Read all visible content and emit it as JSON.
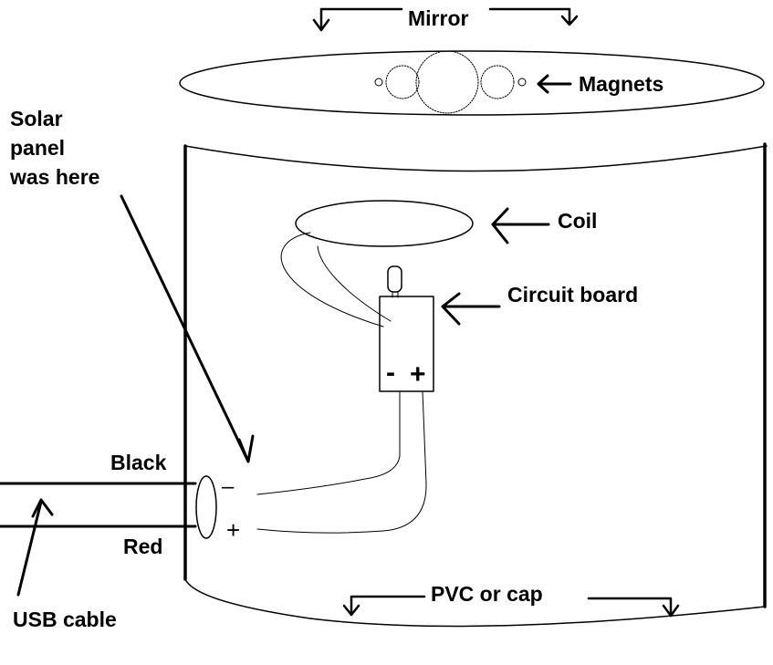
{
  "labels": {
    "mirror": "Mirror",
    "magnets": "Magnets",
    "coil": "Coil",
    "circuit_board": "Circuit board",
    "solar_line1": "Solar",
    "solar_line2": "panel",
    "solar_line3": "was here",
    "black": "Black",
    "red": "Red",
    "usb_cable": "USB cable",
    "pvc_or_cap": "PVC or cap"
  },
  "symbols": {
    "board_minus": "-",
    "board_plus": "+",
    "jack_minus": "–",
    "jack_plus": "+"
  },
  "colors": {
    "ink": "#000000",
    "background": "#ffffff"
  }
}
